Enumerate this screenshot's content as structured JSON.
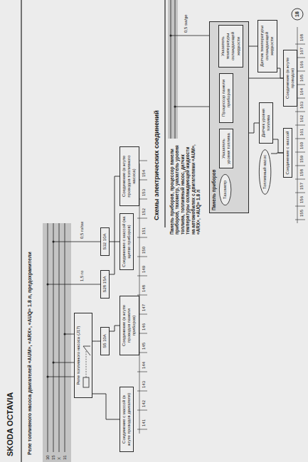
{
  "diagram": {
    "title": "Схемы электрических соединений",
    "nodes": [
      {
        "text": [
          "Реле топливного насоса (J17)"
        ]
      },
      {
        "text": [
          "S5 10A"
        ]
      },
      {
        "text": [
          "S28 15A"
        ]
      },
      {
        "text": [
          "S32 10A"
        ]
      },
      {
        "text": [
          "Соединение с массой (в жгуте проводов двигателя)"
        ]
      },
      {
        "text": [
          "Соединение (в жгуте проводов панели приборов)"
        ]
      },
      {
        "text": [
          "Соединение с массой (на щитке приборов)"
        ]
      },
      {
        "text": [
          "Соединение (в жгуте проводов топливного насоса)"
        ]
      },
      {
        "text": [
          "Панель приборов"
        ]
      },
      {
        "text": [
          "Тахометр"
        ],
        "in": 8
      },
      {
        "text": [
          "Указатель уровня топлива"
        ],
        "in": 8
      },
      {
        "text": [
          "Процессор панели приборов"
        ],
        "in": 8
      },
      {
        "text": [
          "Указатель температуры охлаждающей жидкости"
        ],
        "in": 8
      },
      {
        "text": [
          "Топливный насос"
        ]
      },
      {
        "text": [
          "Датчик уровня топлива"
        ]
      },
      {
        "text": [
          "Датчик температуры охлаждающей жидкости"
        ]
      },
      {
        "text": [
          "Соединение с массой"
        ]
      },
      {
        "text": [
          "Соединение (в жгуте проводов)"
        ]
      }
    ],
    "edges": [
      {
        "from": 0,
        "to": 1,
        "arrow": "none"
      },
      {
        "from": 0,
        "to": 4,
        "arrow": "none"
      },
      {
        "from": 1,
        "to": 5,
        "arrow": "none"
      },
      {
        "from": 2,
        "to": 7,
        "arrow": "none"
      },
      {
        "from": 3,
        "to": 6,
        "arrow": "none"
      },
      {
        "from": 10,
        "to": 14,
        "arrow": "none"
      },
      {
        "from": 13,
        "to": 16,
        "arrow": "none"
      },
      {
        "from": 14,
        "to": 16,
        "arrow": "none"
      },
      {
        "from": 12,
        "to": 15,
        "arrow": "none"
      },
      {
        "from": 11,
        "to": 17,
        "arrow": "none"
      },
      {
        "from": 15,
        "to": 17,
        "arrow": "none"
      }
    ],
    "labels": [
      "SKODA OCTAVIA",
      "Реле топливного насоса двигателей «AUM», «ARX», «AUQ» 1.8 л, предохранители",
      "Панель приборов, процессор панели приборов, тахометр, указатель уровня топлива, топливный насос, датчик температуры охлаждающей жидкости на автомобилях с двигателями «AUM», «ARX», «AUQ» 1.8 л",
      "18",
      "30",
      "15",
      "X",
      "31",
      "141",
      "142",
      "143",
      "144",
      "145",
      "146",
      "147",
      "148",
      "149",
      "150",
      "151",
      "152",
      "153",
      "154",
      "155",
      "156",
      "157",
      "158",
      "159",
      "160",
      "161",
      "162",
      "163",
      "164",
      "165",
      "166",
      "167",
      "168",
      "1,5 ro",
      "0,5 ro/sw",
      "0,5 sw/ge"
    ]
  }
}
